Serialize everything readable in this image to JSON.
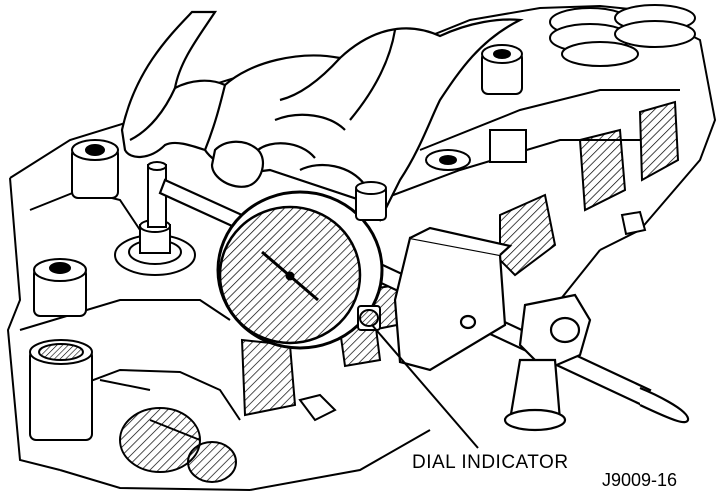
{
  "figure": {
    "callout_label": "DIAL INDICATOR",
    "figure_id": "J9009-16"
  },
  "colors": {
    "ink": "#000000",
    "paper": "#ffffff"
  },
  "icons": {
    "hatch_pattern": "diagonal-hatch",
    "dial_face": "dial-indicator-gauge"
  }
}
